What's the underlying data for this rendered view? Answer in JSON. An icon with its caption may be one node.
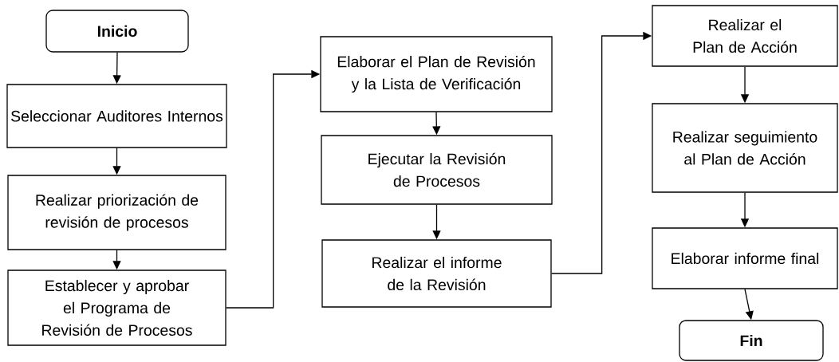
{
  "diagram": {
    "nodes": [
      {
        "text": [
          "Inicio"
        ]
      },
      {
        "text": [
          "Seleccionar Auditores Internos"
        ]
      },
      {
        "text": [
          "Realizar priorización de revisión de procesos"
        ]
      },
      {
        "text": [
          "Establecer y aprobar el Programa de Revisión de Procesos"
        ]
      },
      {
        "text": [
          "Elaborar el Plan de Revisión y la Lista de Verificación"
        ]
      },
      {
        "text": [
          "Ejecutar la Revisión de Procesos"
        ]
      },
      {
        "text": [
          "Realizar el informe de la Revisión"
        ]
      },
      {
        "text": [
          "Realizar el Plan de Acción"
        ]
      },
      {
        "text": [
          "Realizar seguimiento al Plan de Acción"
        ]
      },
      {
        "text": [
          "Elaborar informe final"
        ]
      },
      {
        "text": [
          "Fin"
        ]
      }
    ],
    "edges": [
      {
        "from": 0,
        "to": 1,
        "arrow": "to"
      },
      {
        "from": 1,
        "to": 2,
        "arrow": "to"
      },
      {
        "from": 2,
        "to": 3,
        "arrow": "to"
      },
      {
        "from": 3,
        "to": 4,
        "arrow": "to"
      },
      {
        "from": 4,
        "to": 5,
        "arrow": "to"
      },
      {
        "from": 5,
        "to": 6,
        "arrow": "to"
      },
      {
        "from": 6,
        "to": 7,
        "arrow": "to"
      },
      {
        "from": 7,
        "to": 8,
        "arrow": "to"
      },
      {
        "from": 8,
        "to": 9,
        "arrow": "to"
      },
      {
        "from": 9,
        "to": 10,
        "arrow": "to"
      }
    ]
  }
}
